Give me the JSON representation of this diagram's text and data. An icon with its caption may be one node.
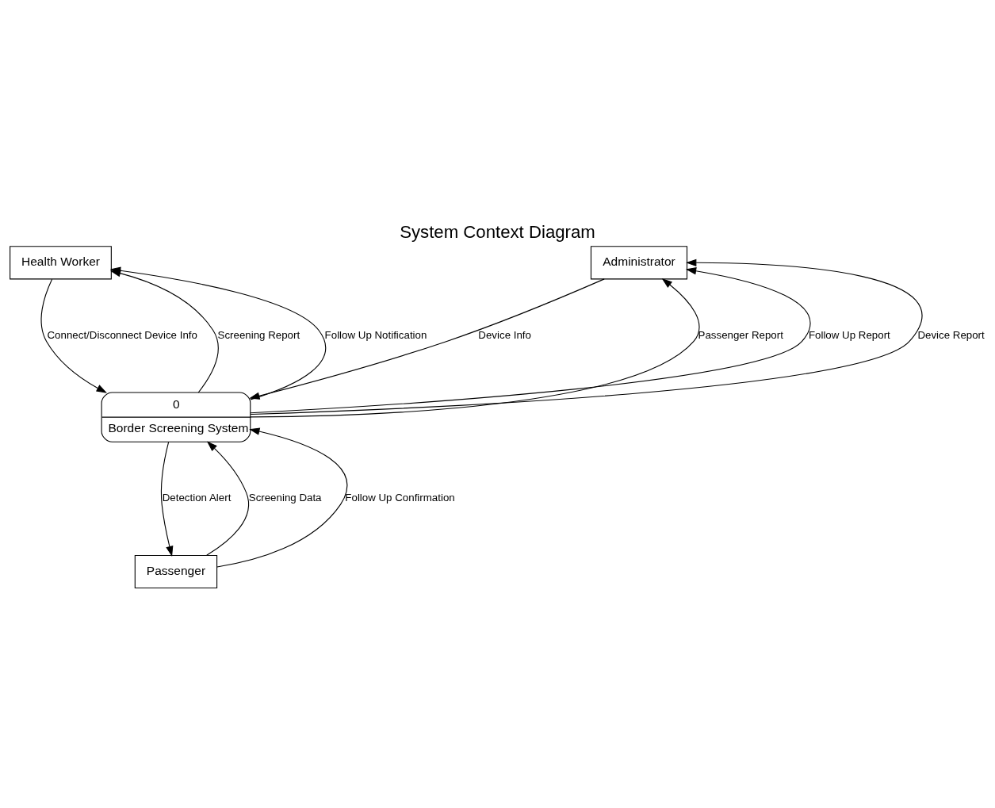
{
  "diagram": {
    "title": "System Context Diagram",
    "nodes": [
      {
        "text": [
          "Health Worker"
        ]
      },
      {
        "text": [
          "Administrator"
        ]
      },
      {
        "text": [
          "0",
          "Border Screening System"
        ]
      },
      {
        "text": [
          "Passenger"
        ]
      }
    ],
    "edges": [
      {
        "from": 0,
        "to": 2,
        "arrow": "to",
        "label": "Connect/Disconnect Device Info"
      },
      {
        "from": 2,
        "to": 0,
        "arrow": "to",
        "label": "Screening Report"
      },
      {
        "from": 2,
        "to": 0,
        "arrow": "to",
        "label": "Follow Up Notification"
      },
      {
        "from": 2,
        "to": 1,
        "arrow": "to",
        "label": "Passenger Report"
      },
      {
        "from": 2,
        "to": 1,
        "arrow": "to",
        "label": "Follow Up Report"
      },
      {
        "from": 2,
        "to": 1,
        "arrow": "to",
        "label": "Device Report"
      },
      {
        "from": 1,
        "to": 2,
        "arrow": "to",
        "label": "Device Info"
      },
      {
        "from": 2,
        "to": 3,
        "arrow": "to",
        "label": "Detection Alert"
      },
      {
        "from": 3,
        "to": 2,
        "arrow": "to",
        "label": "Screening Data"
      },
      {
        "from": 3,
        "to": 2,
        "arrow": "to",
        "label": "Follow Up Confirmation"
      }
    ]
  }
}
